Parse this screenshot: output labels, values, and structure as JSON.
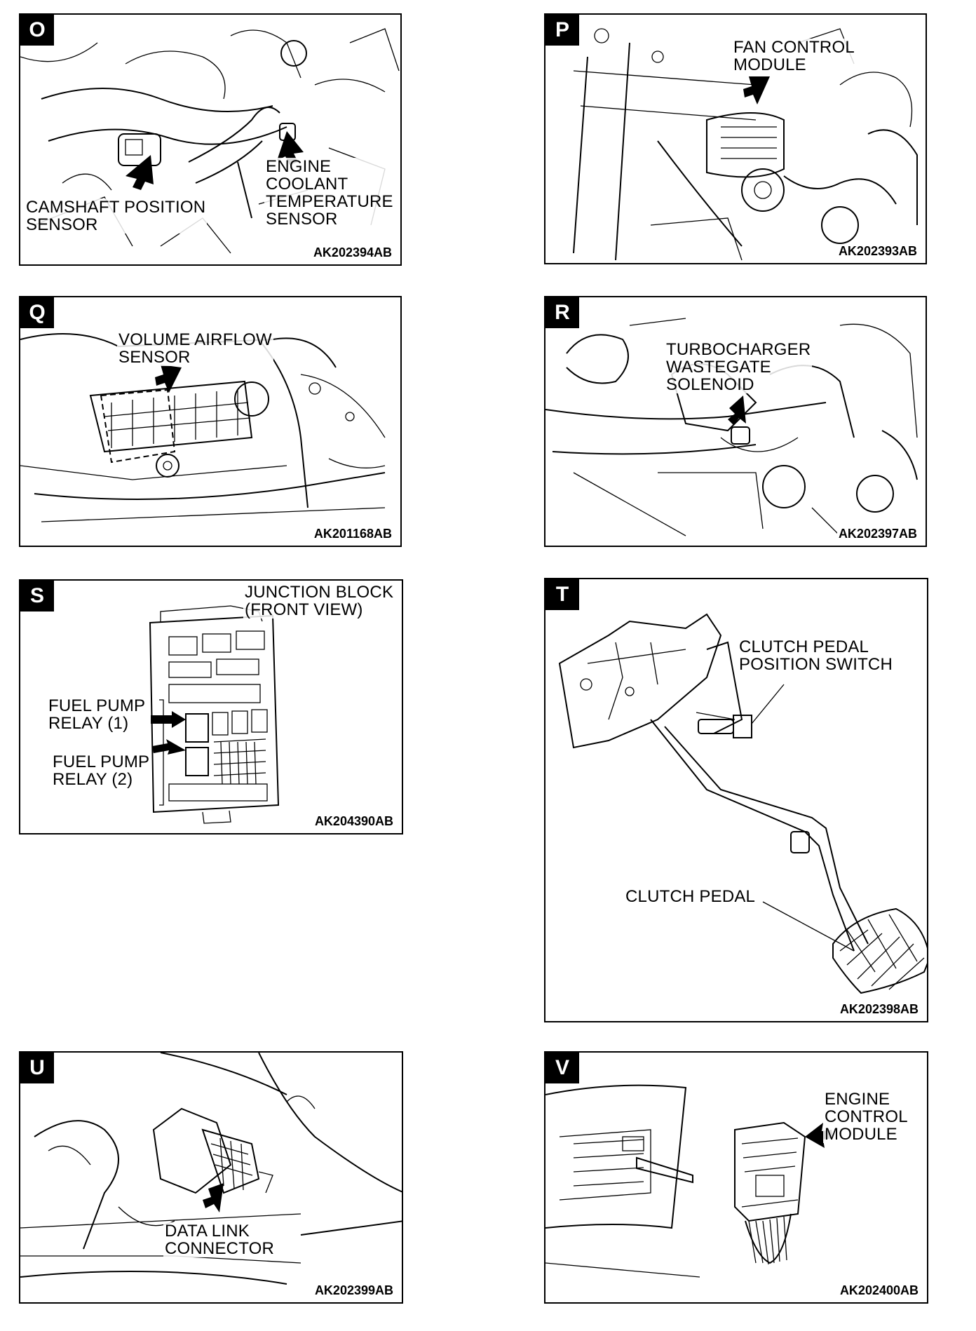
{
  "panels": {
    "o": {
      "letter": "O",
      "labels": {
        "engine_coolant": "ENGINE\nCOOLANT\nTEMPERATURE\nSENSOR",
        "camshaft": "CAMSHAFT POSITION\nSENSOR"
      },
      "code": "AK202394AB"
    },
    "p": {
      "letter": "P",
      "labels": {
        "fan_control": "FAN CONTROL\nMODULE"
      },
      "code": "AK202393AB"
    },
    "q": {
      "letter": "Q",
      "labels": {
        "volume_airflow": "VOLUME AIRFLOW\nSENSOR"
      },
      "code": "AK201168AB"
    },
    "r": {
      "letter": "R",
      "labels": {
        "turbo": "TURBOCHARGER\nWASTEGATE\nSOLENOID"
      },
      "code": "AK202397AB"
    },
    "s": {
      "letter": "S",
      "labels": {
        "junction": "JUNCTION BLOCK\n(FRONT VIEW)",
        "relay1": "FUEL PUMP\nRELAY (1)",
        "relay2": "FUEL PUMP\nRELAY (2)"
      },
      "code": "AK204390AB"
    },
    "t": {
      "letter": "T",
      "labels": {
        "clutch_switch": "CLUTCH PEDAL\nPOSITION SWITCH",
        "clutch_pedal": "CLUTCH PEDAL"
      },
      "code": "AK202398AB"
    },
    "u": {
      "letter": "U",
      "labels": {
        "dlc": "DATA LINK\nCONNECTOR"
      },
      "code": "AK202399AB"
    },
    "v": {
      "letter": "V",
      "labels": {
        "ecm": "ENGINE\nCONTROL\nMODULE"
      },
      "code": "AK202400AB"
    }
  }
}
